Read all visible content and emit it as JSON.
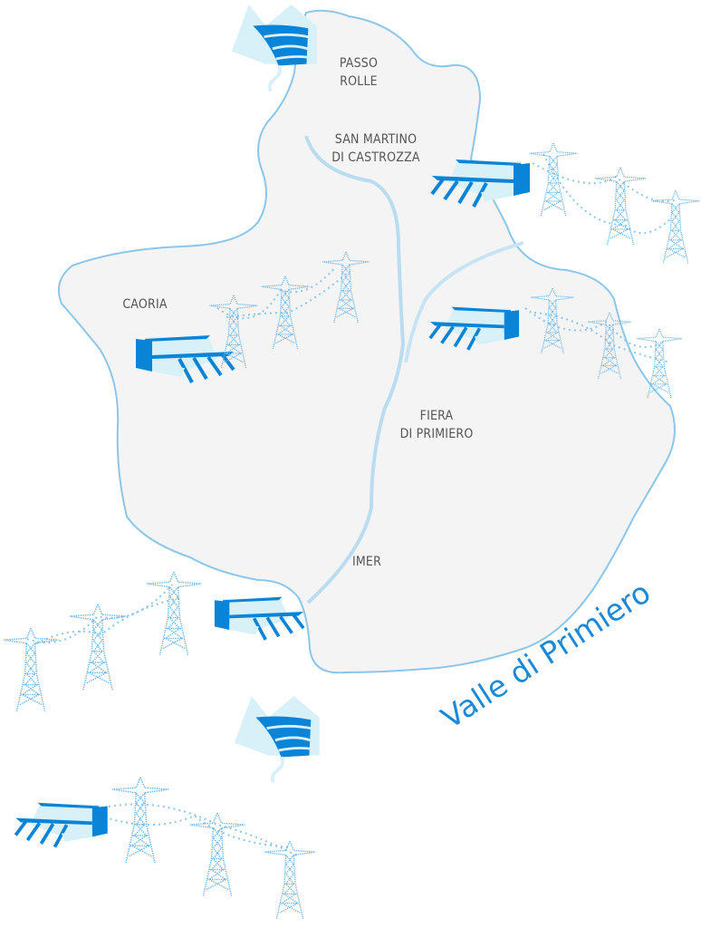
{
  "title": "Valle di Primiero",
  "places": {
    "passo_rolle": [
      "PASSO",
      "ROLLE"
    ],
    "san_martino": [
      "SAN MARTINO",
      "DI CASTROZZA"
    ],
    "caoria": [
      "CAORIA"
    ],
    "fiera": [
      "FIERA",
      "DI PRIMIERO"
    ],
    "imer": [
      "IMER"
    ]
  },
  "colors": {
    "accent": "#0a84d6",
    "light": "#d8f0f8",
    "map_fill": "#f4f4f5",
    "outline": "#8cc6ea",
    "pylon": "#6fb6ea"
  },
  "icons": [
    "dam-icon",
    "power-plant-icon",
    "pylon-icon"
  ]
}
